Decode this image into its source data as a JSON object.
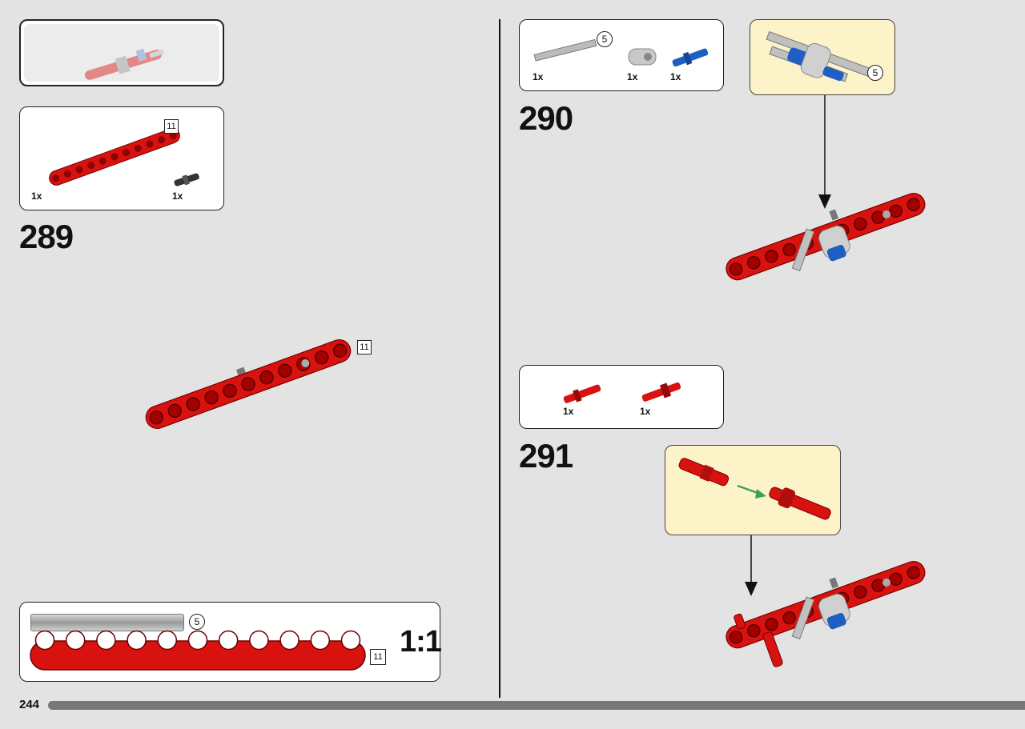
{
  "page_number": "244",
  "scale_label": "1:1",
  "steps": [
    {
      "number": "289",
      "parts": [
        {
          "qty": "1x",
          "length": "11"
        },
        {
          "qty": "1x"
        }
      ],
      "model_length_tag": "11"
    },
    {
      "number": "290",
      "parts": [
        {
          "qty": "1x",
          "length": "5"
        },
        {
          "qty": "1x"
        },
        {
          "qty": "1x"
        }
      ],
      "callout_length_tag": "5"
    },
    {
      "number": "291",
      "parts": [
        {
          "qty": "1x"
        },
        {
          "qty": "1x"
        }
      ]
    }
  ],
  "ruler": {
    "axle_length": "5",
    "beam_length": "11"
  },
  "colors": {
    "beam_red": "#d8120f",
    "pin_blue": "#1e5fc4",
    "axle_gray": "#b8b8b8",
    "callout_bg": "#fdf3c8",
    "arrow_green": "#3aa35a"
  }
}
